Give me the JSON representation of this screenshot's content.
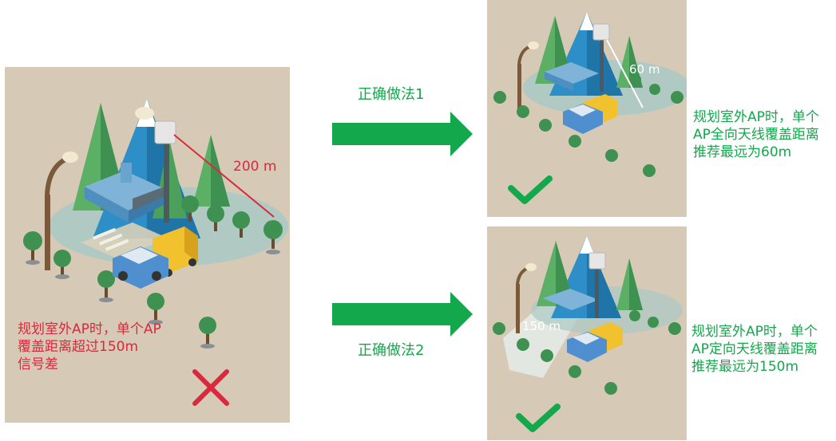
{
  "colors": {
    "wrong": "#d9293e",
    "right": "#14a84c",
    "panel_bg": "#d6cab6"
  },
  "main": {
    "distance_label": "200 m",
    "caption": "规划室外AP时，单个AP\n覆盖距离超过150m\n信号差",
    "status_icon": "cross-icon"
  },
  "method1": {
    "label": "正确做法1",
    "distance_label": "60 m",
    "caption": "规划室外AP时，单个\nAP全向天线覆盖距离\n推荐最远为60m",
    "status_icon": "check-icon"
  },
  "method2": {
    "label": "正确做法2",
    "distance_label": "150 m",
    "caption": "规划室外AP时，单个\nAP定向天线覆盖距离\n推荐最远为150m",
    "status_icon": "check-icon"
  }
}
